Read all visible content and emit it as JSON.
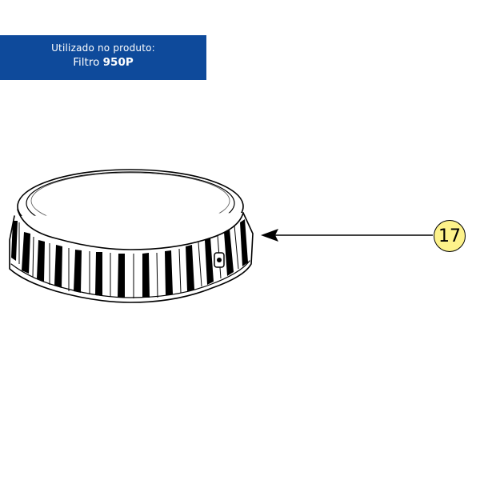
{
  "banner": {
    "caption": "Utilizado no produto:",
    "product_prefix": "Filtro",
    "product_model": "950P",
    "background_color": "#0e4a9b"
  },
  "callout": {
    "number": "17",
    "fill_color": "#fdf28a"
  },
  "part": {
    "icon": "filter-cap-icon"
  }
}
